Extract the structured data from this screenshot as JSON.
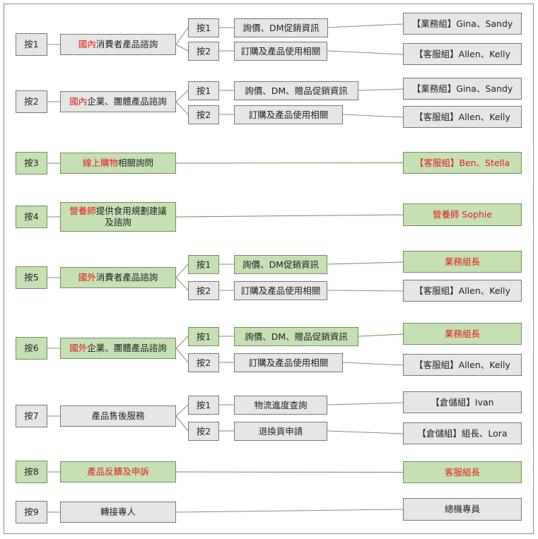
{
  "colors": {
    "grey_fill": "#e6e6e6",
    "green_fill": "#c6e0b4",
    "highlight_red": "#e0201a",
    "line": "#8a8a8a",
    "green_line": "#5f9a4a"
  },
  "rows": [
    {
      "key": "按1",
      "service": {
        "hl": "國內",
        "rest": "消費者產品諮詢"
      },
      "subs": [
        {
          "key": "按1",
          "label": "詢價、DM促銷資訊",
          "target": "【業務組】Gina、Sandy"
        },
        {
          "key": "按2",
          "label": "訂購及產品使用相關",
          "target": "【客服組】Allen、Kelly"
        }
      ]
    },
    {
      "key": "按2",
      "service": {
        "hl": "國內",
        "rest": "企業、團體產品諮詢"
      },
      "subs": [
        {
          "key": "按1",
          "label": "詢價、DM、贈品促銷資訊",
          "target": "【業務組】Gina、Sandy"
        },
        {
          "key": "按2",
          "label": "訂購及產品使用相關",
          "target": "【客服組】Allen、Kelly"
        }
      ]
    },
    {
      "key": "按3",
      "service": {
        "hl": "線上購物",
        "rest": "相關詢問"
      },
      "target": "【客服組】Ben、Stella"
    },
    {
      "key": "按4",
      "service": {
        "hl": "營養師",
        "rest": "提供食用規劃建議\n及諮詢"
      },
      "target": "營養師 Sophie"
    },
    {
      "key": "按5",
      "service": {
        "hl": "國外",
        "rest": "消費者產品諮詢"
      },
      "subs": [
        {
          "key": "按1",
          "label": "詢價、DM促銷資訊",
          "target": "業務組長"
        },
        {
          "key": "按2",
          "label": "訂購及產品使用相關",
          "target": "【客服組】Allen、Kelly"
        }
      ]
    },
    {
      "key": "按6",
      "service": {
        "hl": "國外",
        "rest": "企業、團體產品諮詢"
      },
      "subs": [
        {
          "key": "按1",
          "label": "詢價、DM、贈品促銷資訊",
          "target": "業務組長"
        },
        {
          "key": "按2",
          "label": "訂購及產品使用相關",
          "target": "【客服組】Allen、Kelly"
        }
      ]
    },
    {
      "key": "按7",
      "service": {
        "hl": "",
        "rest": "產品售後服務"
      },
      "subs": [
        {
          "key": "按1",
          "label": "物流進度查詢",
          "target": "【倉儲組】Ivan"
        },
        {
          "key": "按2",
          "label": "退換貨申請",
          "target": "【倉儲組】組長、Lora"
        }
      ]
    },
    {
      "key": "按8",
      "service": {
        "hl": "產品反饋及申訴",
        "rest": ""
      },
      "target": "客服組長"
    },
    {
      "key": "按9",
      "service": {
        "hl": "",
        "rest": "轉接專人"
      },
      "target": "總機專員"
    }
  ]
}
